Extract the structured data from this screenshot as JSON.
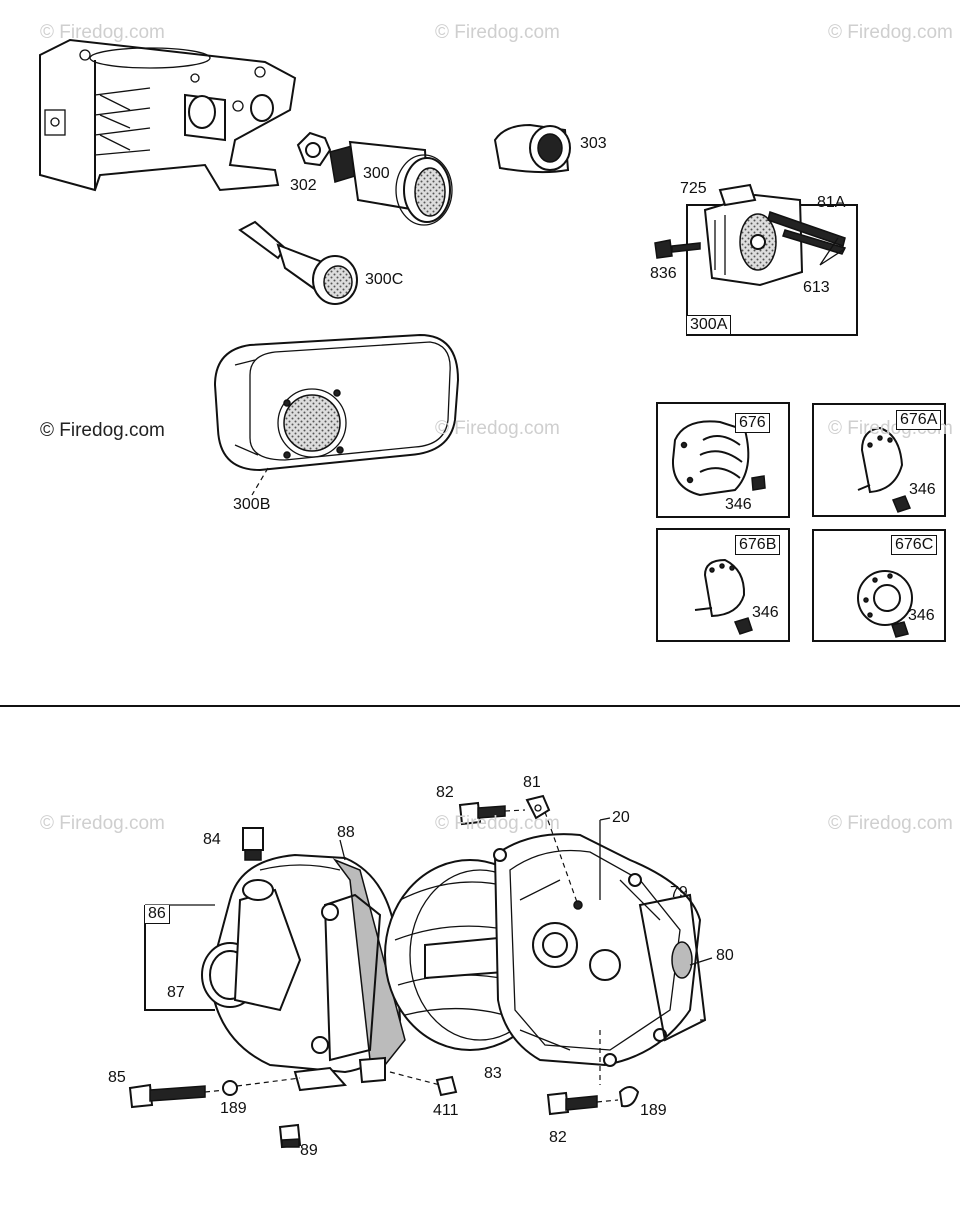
{
  "watermarks": [
    "© Firedog.com",
    "© Firedog.com",
    "© Firedog.com",
    "© Firedog.com",
    "© Firedog.com",
    "© Firedog.com",
    "© Firedog.com",
    "© Firedog.com"
  ],
  "copyright": "© Firedog.com",
  "parts_top": {
    "p300": "300",
    "p302": "302",
    "p303": "303",
    "p300C": "300C",
    "p300B": "300B",
    "p725": "725",
    "p81A": "81A",
    "p836": "836",
    "p613": "613",
    "box300A": "300A",
    "box676": "676",
    "box676A": "676A",
    "box676B": "676B",
    "box676C": "676C",
    "p346a": "346",
    "p346b": "346",
    "p346c": "346",
    "p346d": "346"
  },
  "parts_bottom": {
    "p82a": "82",
    "p81": "81",
    "p20": "20",
    "p84": "84",
    "p88": "88",
    "p79": "79",
    "box86": "86",
    "p80": "80",
    "p87": "87",
    "p85": "85",
    "p189a": "189",
    "p83": "83",
    "p411": "411",
    "p82b": "82",
    "p189b": "189",
    "p89": "89"
  }
}
